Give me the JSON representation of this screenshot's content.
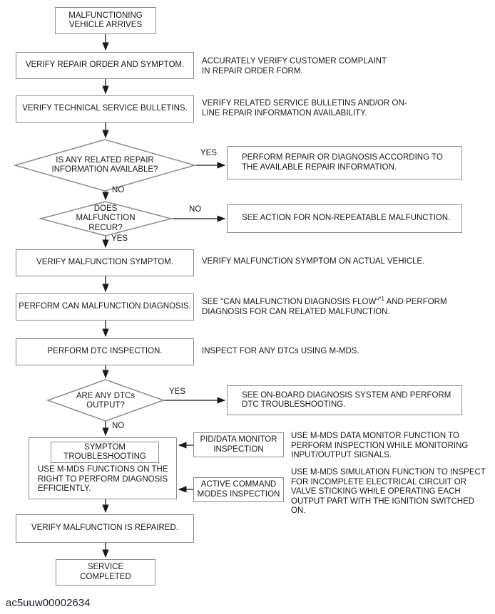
{
  "colors": {
    "border": "#8c8c8c",
    "line": "#1a1a1a",
    "text": "#1a1a1a",
    "bg": "#ffffff"
  },
  "nodes": {
    "arrives": "MALFUNCTIONING\nVEHICLE ARRIVES",
    "verify_repair_order": "VERIFY REPAIR ORDER AND SYMPTOM.",
    "verify_tsb": "VERIFY TECHNICAL SERVICE BULLETINS.",
    "diamond_repair_info": "IS ANY RELATED REPAIR\nINFORMATION AVAILABLE?",
    "perform_repair": "PERFORM REPAIR OR DIAGNOSIS ACCORDING TO\nTHE AVAILABLE REPAIR INFORMATION.",
    "diamond_recur": "DOES\nMALFUNCTION\nRECUR?",
    "see_action_non_repeatable": "SEE ACTION FOR NON-REPEATABLE MALFUNCTION.",
    "verify_symptom": "VERIFY MALFUNCTION SYMPTOM.",
    "can_diagnosis": "PERFORM CAN MALFUNCTION DIAGNOSIS.",
    "dtc_inspection": "PERFORM DTC INSPECTION.",
    "diamond_dtcs": "ARE ANY DTCs\nOUTPUT?",
    "see_obd": "SEE ON-BOARD DIAGNOSIS SYSTEM AND PERFORM\nDTC TROUBLESHOOTING.",
    "symptom_troubleshooting_title": "SYMPTOM\nTROUBLESHOOTING",
    "symptom_troubleshooting_body": "USE M-MDS FUNCTIONS ON THE\nRIGHT TO PERFORM DIAGNOSIS\nEFFICIENTLY.",
    "pid_monitor": "PID/DATA MONITOR\nINSPECTION",
    "active_command": "ACTIVE COMMAND\nMODES INSPECTION",
    "verify_repaired": "VERIFY MALFUNCTION IS REPAIRED.",
    "service_completed": "SERVICE\nCOMPLETED"
  },
  "notes": {
    "repair_order": "ACCURATELY VERIFY CUSTOMER COMPLAINT\nIN REPAIR ORDER FORM.",
    "tsb": "VERIFY RELATED SERVICE BULLETINS AND/OR ON-\nLINE REPAIR INFORMATION AVAILABILITY.",
    "symptom": "VERIFY MALFUNCTION SYMPTOM ON ACTUAL VEHICLE.",
    "can_pre": "SEE \"CAN MALFUNCTION DIAGNOSIS FLOW\"",
    "can_sup": "*1",
    "can_post": " AND PERFORM\nDIAGNOSIS FOR CAN RELATED MALFUNCTION.",
    "dtc": "INSPECT FOR ANY DTCs USING M-MDS.",
    "pid": "USE M-MDS DATA MONITOR FUNCTION TO\nPERFORM INSPECTION WHILE MONITORING\nINPUT/OUTPUT SIGNALS.",
    "active": "USE M-MDS SIMULATION FUNCTION TO INSPECT\nFOR INCOMPLETE ELECTRICAL CIRCUIT OR\nVALVE STICKING WHILE OPERATING EACH\nOUTPUT PART WITH THE IGNITION SWITCHED ON."
  },
  "edges": {
    "d1_yes": "YES",
    "d1_no": "NO",
    "d2_no": "NO",
    "d2_yes": "YES",
    "d3_yes": "YES",
    "d3_no": "NO"
  },
  "figure_id": "ac5uuw00002634"
}
